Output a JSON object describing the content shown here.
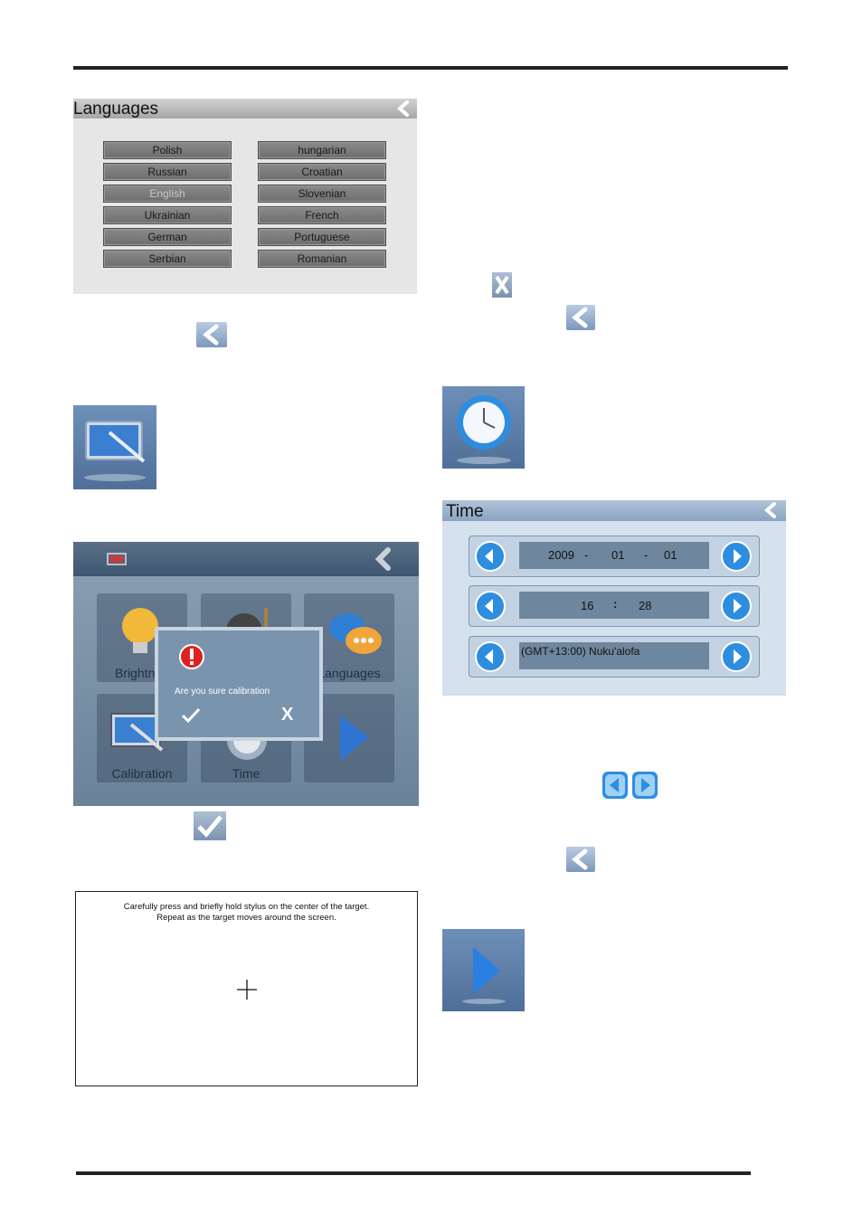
{
  "languages_screen": {
    "title": "Languages",
    "left_column": [
      "Polish",
      "Russian",
      "English",
      "Ukrainian",
      "German",
      "Serbian"
    ],
    "right_column": [
      "hungarian",
      "Croatian",
      "Slovenian",
      "French",
      "Portuguese",
      "Romanian"
    ],
    "selected": "English",
    "back_icon": "back-arrow-icon"
  },
  "menu_screen": {
    "tiles": [
      {
        "label": "Brightness",
        "icon": "bulb-icon"
      },
      {
        "label": "",
        "icon": "volume-icon"
      },
      {
        "label": "Languages",
        "icon": "chat-icon"
      },
      {
        "label": "Calibration",
        "icon": "calibration-icon"
      },
      {
        "label": "Time",
        "icon": "clock-icon"
      },
      {
        "label": "",
        "icon": "next-arrow-icon"
      }
    ],
    "dialog": {
      "message": "Are you sure calibration",
      "confirm_icon": "check-icon",
      "cancel_label": "X"
    }
  },
  "calibration_screen": {
    "line1": "Carefully press and briefly hold stylus on the center of the target.",
    "line2": "Repeat as the target moves around the screen."
  },
  "time_screen": {
    "title": "Time",
    "date": {
      "year": "2009",
      "sep1": "-",
      "month": "01",
      "sep2": "-",
      "day": "01"
    },
    "clock": {
      "hour": "16",
      "sep": ":",
      "minute": "28"
    },
    "timezone": "(GMT+13:00) Nuku'alofa"
  },
  "colors": {
    "accent_blue": "#2f8de0",
    "panel_blue": "#d5e1ec"
  }
}
